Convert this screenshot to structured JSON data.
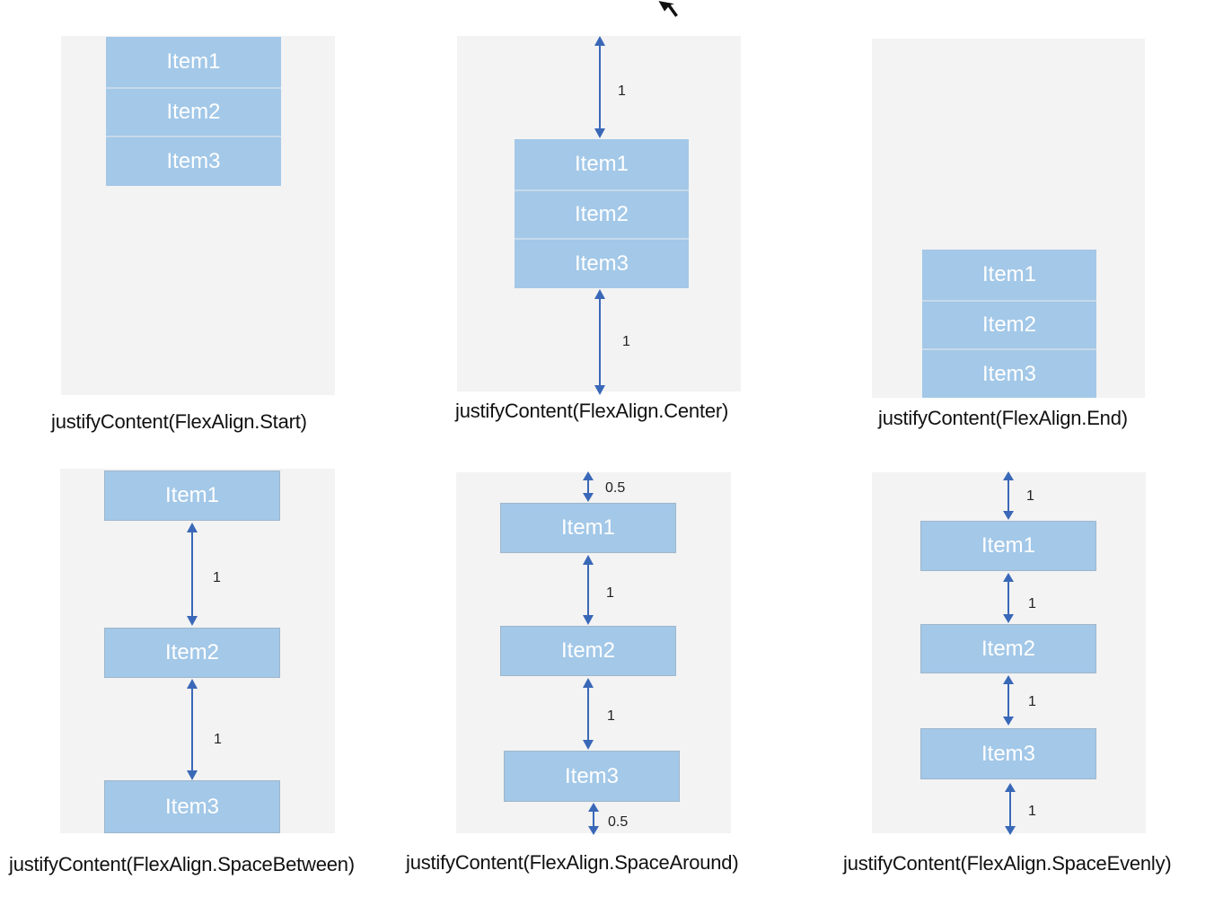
{
  "diagrams": [
    {
      "caption": "justifyContent(FlexAlign.Start)",
      "items": [
        "Item1",
        "Item2",
        "Item3"
      ]
    },
    {
      "caption": "justifyContent(FlexAlign.Center)",
      "items": [
        "Item1",
        "Item2",
        "Item3"
      ],
      "spacings": [
        "1",
        "1"
      ]
    },
    {
      "caption": "justifyContent(FlexAlign.End)",
      "items": [
        "Item1",
        "Item2",
        "Item3"
      ]
    },
    {
      "caption": "justifyContent(FlexAlign.SpaceBetween)",
      "items": [
        "Item1",
        "Item2",
        "Item3"
      ],
      "spacings": [
        "1",
        "1"
      ]
    },
    {
      "caption": "justifyContent(FlexAlign.SpaceAround)",
      "items": [
        "Item1",
        "Item2",
        "Item3"
      ],
      "spacings": [
        "0.5",
        "1",
        "1",
        "0.5"
      ]
    },
    {
      "caption": "justifyContent(FlexAlign.SpaceEvenly)",
      "items": [
        "Item1",
        "Item2",
        "Item3"
      ],
      "spacings": [
        "1",
        "1",
        "1",
        "1"
      ]
    }
  ],
  "colors": {
    "panel": "#f3f3f3",
    "item": "#a3c8e8",
    "item_text": "#ffffff",
    "arrow": "#3a68b8"
  }
}
